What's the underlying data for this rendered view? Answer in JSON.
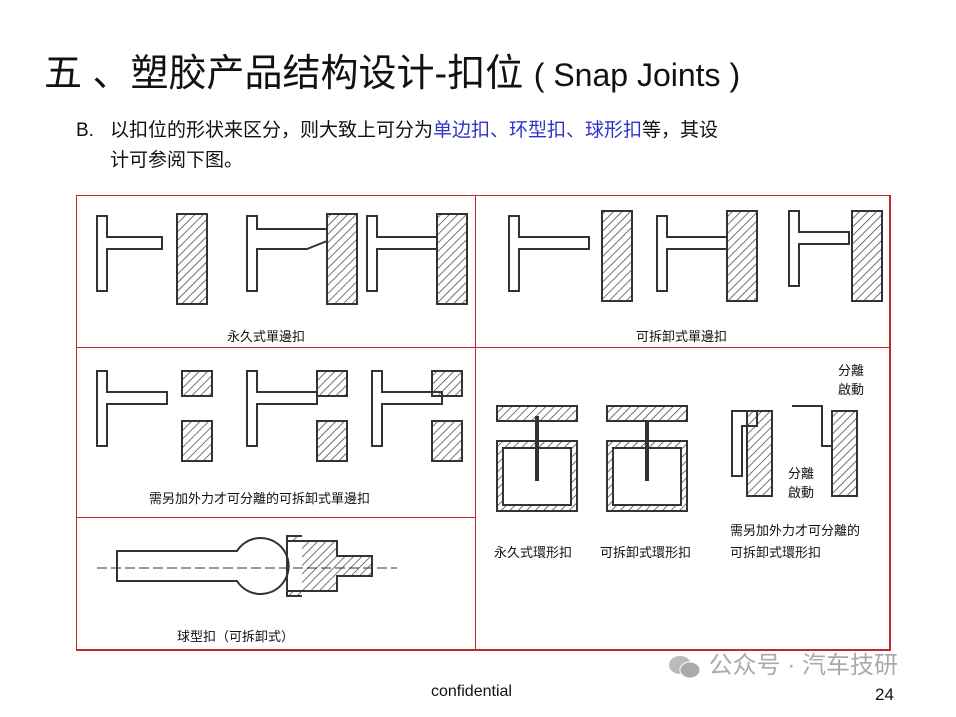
{
  "title": {
    "cn": "五 、塑胶产品结构设计-扣位",
    "en": "( Snap Joints )"
  },
  "bullet": {
    "label": "B.",
    "text_before": "以扣位的形状来区分，则大致上可分为",
    "highlight": "单边扣、环型扣、球形扣",
    "text_after": "等，其设",
    "line2": "计可参阅下图。"
  },
  "figures": {
    "permanent_cantilever": "永久式單邊扣",
    "removable_cantilever": "可拆卸式單邊扣",
    "extra_force_cantilever": "需另加外力才可分離的可拆卸式單邊扣",
    "ball": "球型扣（可拆卸式）",
    "permanent_annular": "永久式環形扣",
    "removable_annular": "可拆卸式環形扣",
    "extra_force_annular_1": "需另加外力才可分離的",
    "extra_force_annular_2": "可拆卸式環形扣",
    "separation_action_1": "分離\n啟動",
    "separation_action_2": "分離\n啟動"
  },
  "footer": {
    "text": "confidential",
    "page": "24"
  },
  "watermark": "公众号 · 汽车技研",
  "colors": {
    "border": "#c0282a",
    "highlight": "#3333cc"
  }
}
